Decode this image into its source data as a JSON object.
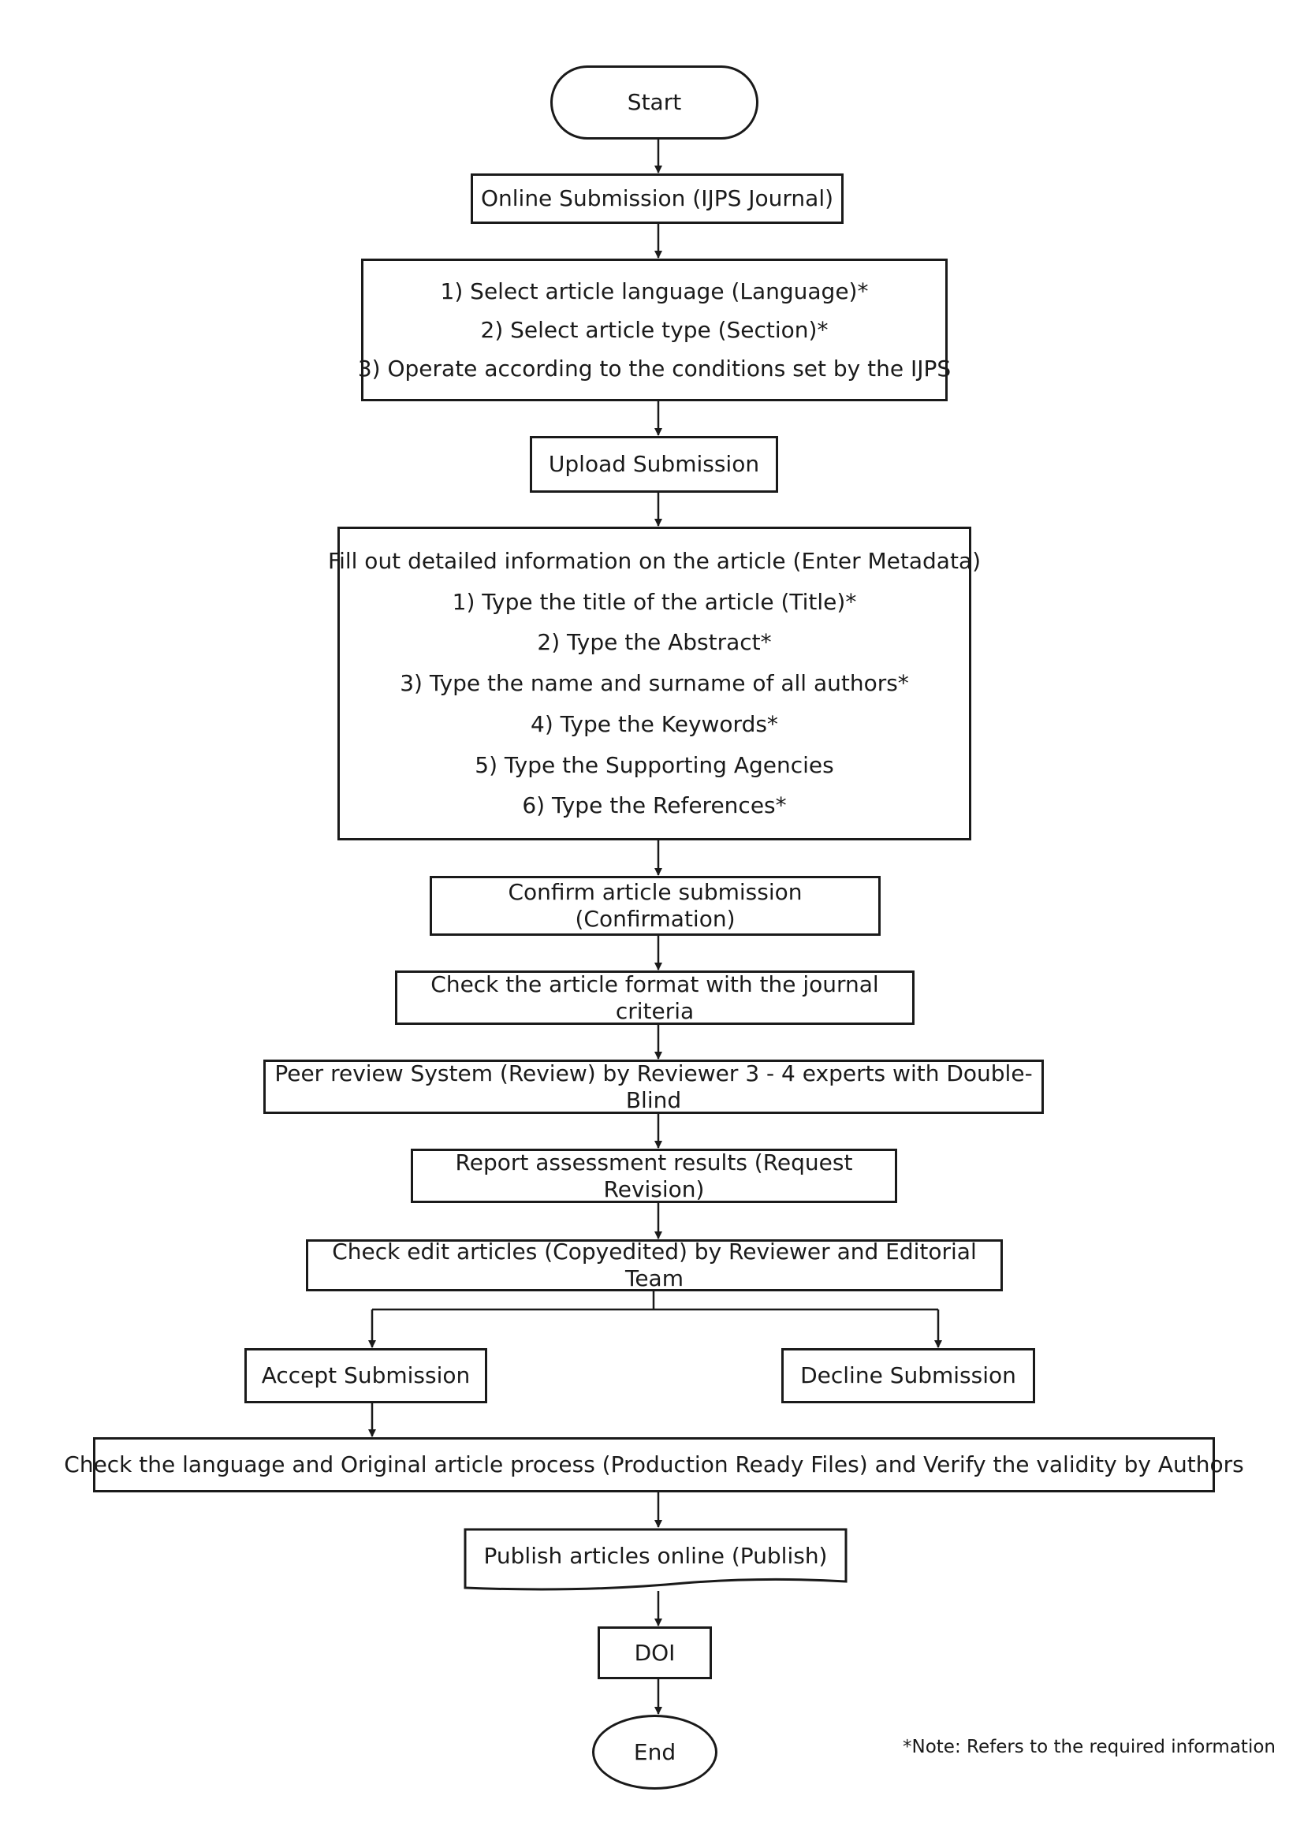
{
  "flowchart": {
    "start": "Start",
    "online_submission": "Online Submission (IJPS Journal)",
    "select_steps": [
      "1) Select article language (Language)*",
      "2) Select article type (Section)*",
      "3) Operate according to the conditions set by the IJPS"
    ],
    "upload_submission": "Upload Submission",
    "metadata_steps": [
      "Fill out detailed information on the article (Enter Metadata)",
      "1) Type the title of the article (Title)*",
      "2) Type the Abstract*",
      "3) Type the name and surname of all authors*",
      "4) Type the Keywords*",
      "5) Type the Supporting Agencies",
      "6) Type the References*"
    ],
    "confirm": "Confirm article submission (Confirmation)",
    "check_format": "Check the article format with the journal criteria",
    "peer_review": "Peer review System (Review) by Reviewer 3 - 4 experts with Double-Blind",
    "report_results": "Report assessment results (Request Revision)",
    "check_edit": "Check edit articles (Copyedited) by Reviewer and Editorial Team",
    "accept": "Accept Submission",
    "decline": "Decline Submission",
    "check_language": "Check the language and Original article process (Production Ready Files) and Verify the validity by Authors",
    "publish": "Publish articles online (Publish)",
    "doi": "DOI",
    "end": "End"
  },
  "note": "*Note: Refers to the required information"
}
